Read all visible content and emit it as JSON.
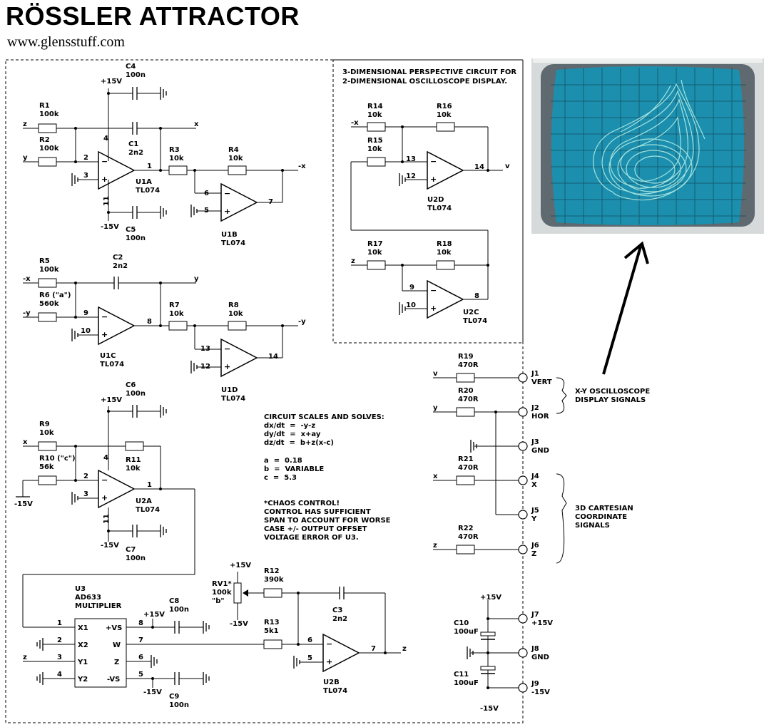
{
  "header": {
    "title": "RÖSSLER ATTRACTOR",
    "website": "www.glensstuff.com"
  },
  "perspective_box": {
    "title_line1": "3-DIMENSIONAL PERSPECTIVE CIRCUIT FOR",
    "title_line2": "2-DIMENSIONAL OSCILLOSCOPE DISPLAY."
  },
  "notes": {
    "scales_title": "CIRCUIT SCALES AND SOLVES:",
    "eq1": "dx/dt  =  -y-z",
    "eq2": "dy/dt  =  x+ay",
    "eq3": "dz/dt  =  b+z(x-c)",
    "a": "a  =  0.18",
    "b": "b  =  VARIABLE",
    "c": "c  =  5.3",
    "chaos1": "*CHAOS CONTROL!",
    "chaos2": "CONTROL HAS SUFFICIENT",
    "chaos3": "SPAN TO ACCOUNT FOR WORSE",
    "chaos4": "CASE +/- OUTPUT OFFSET",
    "chaos5": "VOLTAGE ERROR OF U3."
  },
  "components": {
    "R1": [
      "R1",
      "100k"
    ],
    "R2": [
      "R2",
      "100k"
    ],
    "R3": [
      "R3",
      "10k"
    ],
    "R4": [
      "R4",
      "10k"
    ],
    "R5": [
      "R5",
      "100k"
    ],
    "R6": [
      "R6 (\"a\")",
      "560k"
    ],
    "R7": [
      "R7",
      "10k"
    ],
    "R8": [
      "R8",
      "10k"
    ],
    "R9": [
      "R9",
      "10k"
    ],
    "R10": [
      "R10 (\"c\")",
      "56k"
    ],
    "R11": [
      "R11",
      "10k"
    ],
    "R12": [
      "R12",
      "390k"
    ],
    "R13": [
      "R13",
      "5k1"
    ],
    "R14": [
      "R14",
      "10k"
    ],
    "R15": [
      "R15",
      "10k"
    ],
    "R16": [
      "R16",
      "10k"
    ],
    "R17": [
      "R17",
      "10k"
    ],
    "R18": [
      "R18",
      "10k"
    ],
    "R19": [
      "R19",
      "470R"
    ],
    "R20": [
      "R20",
      "470R"
    ],
    "R21": [
      "R21",
      "470R"
    ],
    "R22": [
      "R22",
      "470R"
    ],
    "C1": [
      "C1",
      "2n2"
    ],
    "C2": [
      "C2",
      "2n2"
    ],
    "C3": [
      "C3",
      "2n2"
    ],
    "C4": [
      "C4",
      "100n"
    ],
    "C5": [
      "C5",
      "100n"
    ],
    "C6": [
      "C6",
      "100n"
    ],
    "C7": [
      "C7",
      "100n"
    ],
    "C8": [
      "C8",
      "100n"
    ],
    "C9": [
      "C9",
      "100n"
    ],
    "C10": [
      "C10",
      "100uF"
    ],
    "C11": [
      "C11",
      "100uF"
    ],
    "RV1": [
      "RV1*",
      "100k",
      "\"b\""
    ],
    "U1A": [
      "U1A",
      "TL074"
    ],
    "U1B": [
      "U1B",
      "TL074"
    ],
    "U1C": [
      "U1C",
      "TL074"
    ],
    "U1D": [
      "U1D",
      "TL074"
    ],
    "U2A": [
      "U2A",
      "TL074"
    ],
    "U2B": [
      "U2B",
      "TL074"
    ],
    "U2C": [
      "U2C",
      "TL074"
    ],
    "U2D": [
      "U2D",
      "TL074"
    ],
    "U3": [
      "U3",
      "AD633",
      "MULTIPLIER"
    ]
  },
  "u3_pins": {
    "x1": "X1",
    "x2": "X2",
    "y1": "Y1",
    "y2": "Y2",
    "vsp": "+VS",
    "w": "W",
    "z": "Z",
    "vsn": "-VS"
  },
  "rails": {
    "pos": "+15V",
    "neg": "-15V"
  },
  "signals": {
    "x": "x",
    "y": "y",
    "z": "z",
    "nx": "-x",
    "ny": "-y",
    "v": "v"
  },
  "jacks": {
    "J1": [
      "J1",
      "VERT"
    ],
    "J2": [
      "J2",
      "HOR"
    ],
    "J3": [
      "J3",
      "GND"
    ],
    "J4": [
      "J4",
      "X"
    ],
    "J5": [
      "J5",
      "Y"
    ],
    "J6": [
      "J6",
      "Z"
    ],
    "J7": [
      "J7",
      "+15V"
    ],
    "J8": [
      "J8",
      "GND"
    ],
    "J9": [
      "J9",
      "-15V"
    ]
  },
  "groups": {
    "xy1": "X-Y OSCILLOSCOPE",
    "xy2": "DISPLAY SIGNALS",
    "cart1": "3D CARTESIAN",
    "cart2": "COORDINATE",
    "cart3": "SIGNALS"
  },
  "colors": {
    "screen": "#1d8fae",
    "trace": "#b9f3ea",
    "bezel": "#d6dadb"
  }
}
